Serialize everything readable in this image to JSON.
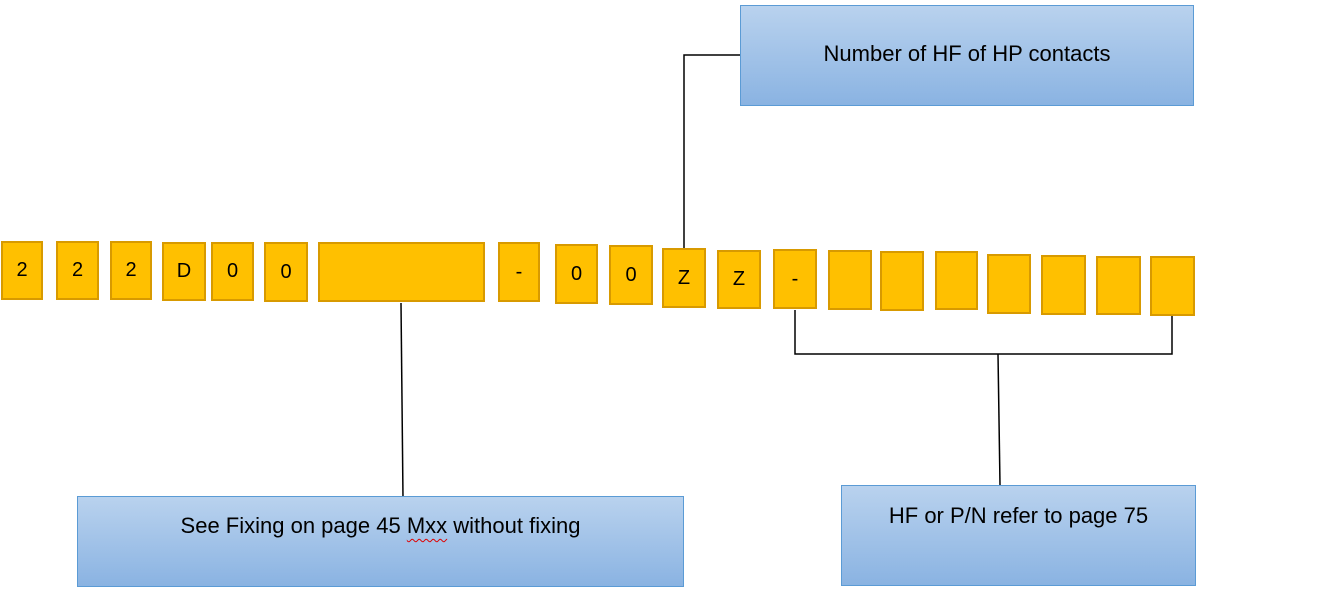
{
  "code_boxes": [
    "2",
    "2",
    "2",
    "D",
    "0",
    "0",
    "",
    "-",
    "0",
    "0",
    "Z",
    "Z",
    "-",
    "",
    "",
    "",
    "",
    "",
    "",
    ""
  ],
  "callouts": {
    "hp_contacts": "Number of HF of HP contacts",
    "fixing": {
      "before": "See Fixing on page 45 ",
      "flagged": "Mxx",
      "after": " without fixing"
    },
    "hf_pn": "HF or P/N refer to page 75"
  },
  "colors": {
    "box_fill": "#FFC000",
    "box_border": "#D89A00",
    "callout_fill_top": "#B9D2EE",
    "callout_fill_bottom": "#8AB3E2",
    "callout_border": "#5B9BD5",
    "connector": "#000000",
    "spellcheck": "#E00000"
  }
}
